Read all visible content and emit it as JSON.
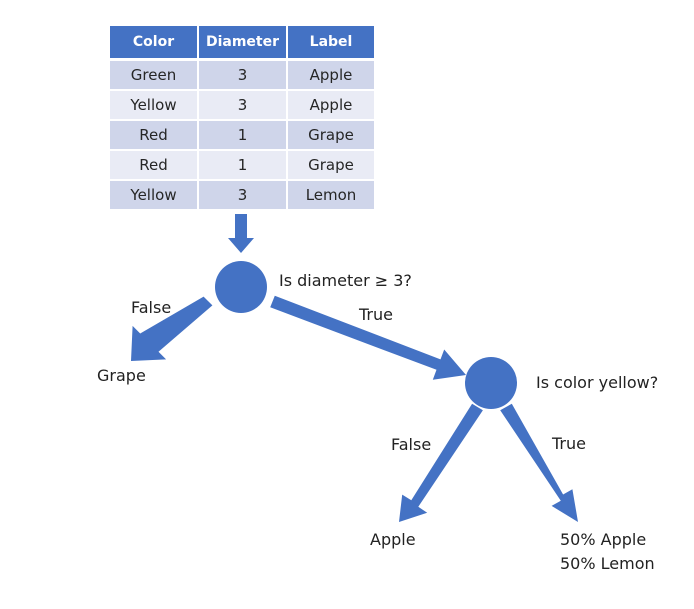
{
  "table": {
    "headers": [
      "Color",
      "Diameter",
      "Label"
    ],
    "rows": [
      [
        "Green",
        "3",
        "Apple"
      ],
      [
        "Yellow",
        "3",
        "Apple"
      ],
      [
        "Red",
        "1",
        "Grape"
      ],
      [
        "Red",
        "1",
        "Grape"
      ],
      [
        "Yellow",
        "3",
        "Lemon"
      ]
    ]
  },
  "tree": {
    "root_question": "Is diameter ≥ 3?",
    "root_false_label": "False",
    "root_true_label": "True",
    "root_false_leaf": "Grape",
    "child_question": "Is color yellow?",
    "child_false_label": "False",
    "child_true_label": "True",
    "child_false_leaf": "Apple",
    "child_true_leaf_line1": "50% Apple",
    "child_true_leaf_line2": "50% Lemon"
  },
  "colors": {
    "accent": "#4472c4",
    "header_text": "#ffffff",
    "row_odd": "#cfd5ea",
    "row_even": "#e9ebf5"
  }
}
